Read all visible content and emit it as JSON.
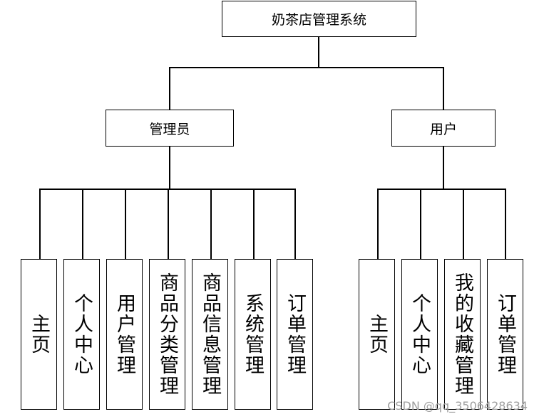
{
  "root": {
    "label": "奶茶店管理系统"
  },
  "admin": {
    "label": "管理员",
    "children": [
      "主页",
      "个人中心",
      "用户管理",
      "商品分类管理",
      "商品信息管理",
      "系统管理",
      "订单管理"
    ]
  },
  "user": {
    "label": "用户",
    "children": [
      "主页",
      "个人中心",
      "我的收藏管理",
      "订单管理"
    ]
  },
  "watermark": "CSDN @qq_3506428634"
}
